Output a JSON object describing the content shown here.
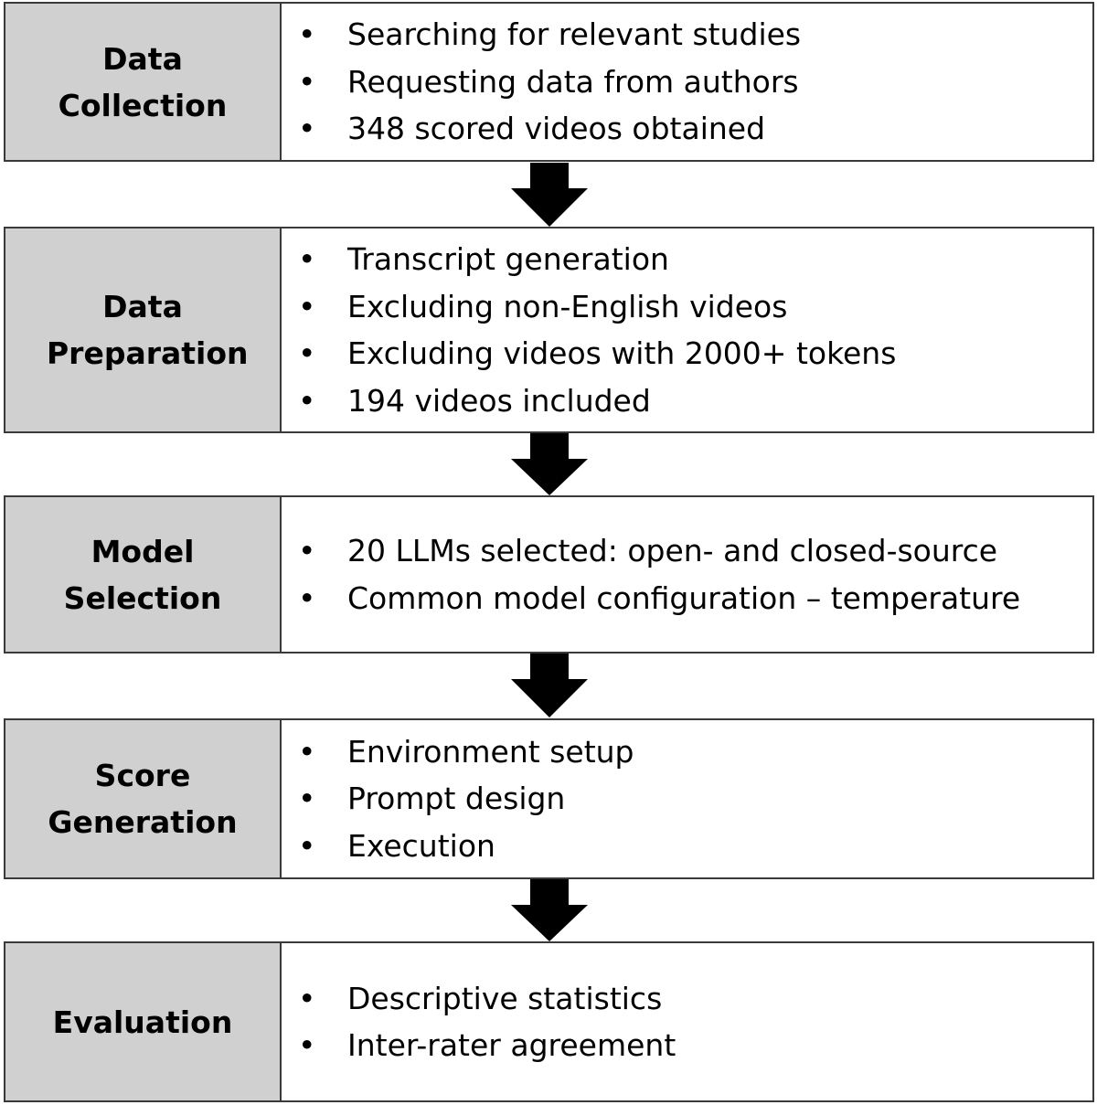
{
  "stages": [
    {
      "label": "Data Collection",
      "items": [
        "Searching for relevant studies",
        "Requesting data from authors",
        "348 scored videos obtained"
      ]
    },
    {
      "label": "Data Preparation",
      "items": [
        "Transcript generation",
        "Excluding non-English videos",
        "Excluding videos with 2000+ tokens",
        "194 videos included"
      ]
    },
    {
      "label": "Model Selection",
      "items": [
        "20 LLMs selected: open- and closed-source",
        "Common model configuration – temperature"
      ]
    },
    {
      "label": "Score Generation",
      "items": [
        "Environment setup",
        "Prompt design",
        "Execution"
      ]
    },
    {
      "label": "Evaluation",
      "items": [
        "Descriptive statistics",
        "Inter-rater agreement"
      ]
    }
  ],
  "colors": {
    "label_fill": "#d0d0d0",
    "border": "#3a3a3a",
    "arrow": "#000000"
  }
}
